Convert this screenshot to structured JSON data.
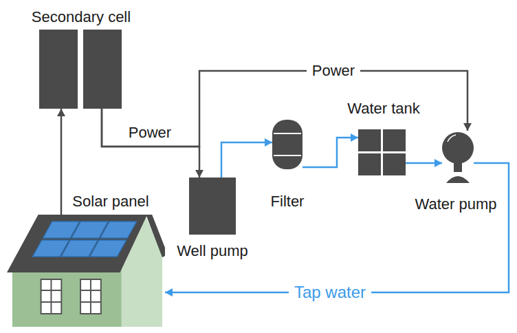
{
  "diagram": {
    "nodes": [
      {
        "text": [
          "Secondary cell"
        ]
      },
      {
        "text": [
          "Solar panel"
        ]
      },
      {
        "text": [
          "Well pump"
        ]
      },
      {
        "text": [
          "Filter"
        ]
      },
      {
        "text": [
          "Water tank"
        ]
      },
      {
        "text": [
          "Water pump"
        ]
      }
    ],
    "edges": [
      {
        "from": 1,
        "to": 0,
        "arrow": "to"
      },
      {
        "from": 0,
        "to": 2,
        "label": "Power",
        "arrow": "to"
      },
      {
        "from": 0,
        "to": 5,
        "label": "Power",
        "arrow": "to"
      },
      {
        "from": 2,
        "to": 3,
        "arrow": "to"
      },
      {
        "from": 3,
        "to": 4,
        "arrow": "to"
      },
      {
        "from": 4,
        "to": 5,
        "arrow": "to"
      },
      {
        "from": 5,
        "to": 1,
        "label": "Tap water",
        "arrow": "to"
      }
    ]
  }
}
